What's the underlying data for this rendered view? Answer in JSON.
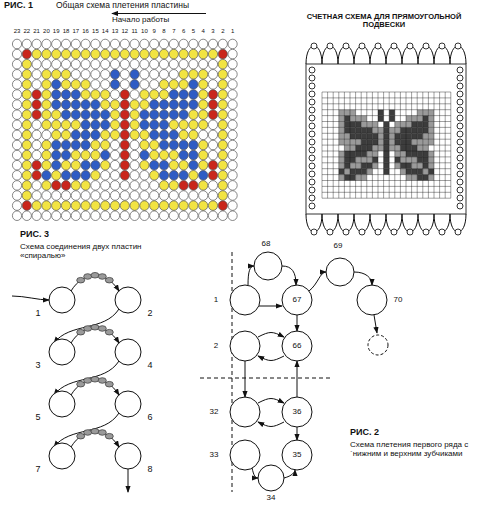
{
  "diagram": {
    "labels": [
      "РИС. 1",
      "Общая схема плетения пластины",
      "Начало работы",
      "23",
      "22",
      "21",
      "20",
      "19",
      "18",
      "17",
      "16",
      "15",
      "14",
      "13",
      "12",
      "11",
      "10",
      "9",
      "8",
      "7",
      "6",
      "5",
      "4",
      "3",
      "2",
      "1",
      "СЧЕТНАЯ СХЕМА ДЛЯ ПРЯМОУГОЛЬНОЙ ПОДВЕСКИ",
      "РИС. 3",
      "Схема соединения двух пластин «спиралью»",
      "1",
      "2",
      "3",
      "4",
      "5",
      "6",
      "7",
      "8",
      "68",
      "69",
      "1",
      "67",
      "70",
      "2",
      "66",
      "32",
      "36",
      "33",
      "35",
      "РИС. 2",
      "Схема плетения первого ряда с `нижним и верхним зубчиками",
      "34"
    ]
  }
}
